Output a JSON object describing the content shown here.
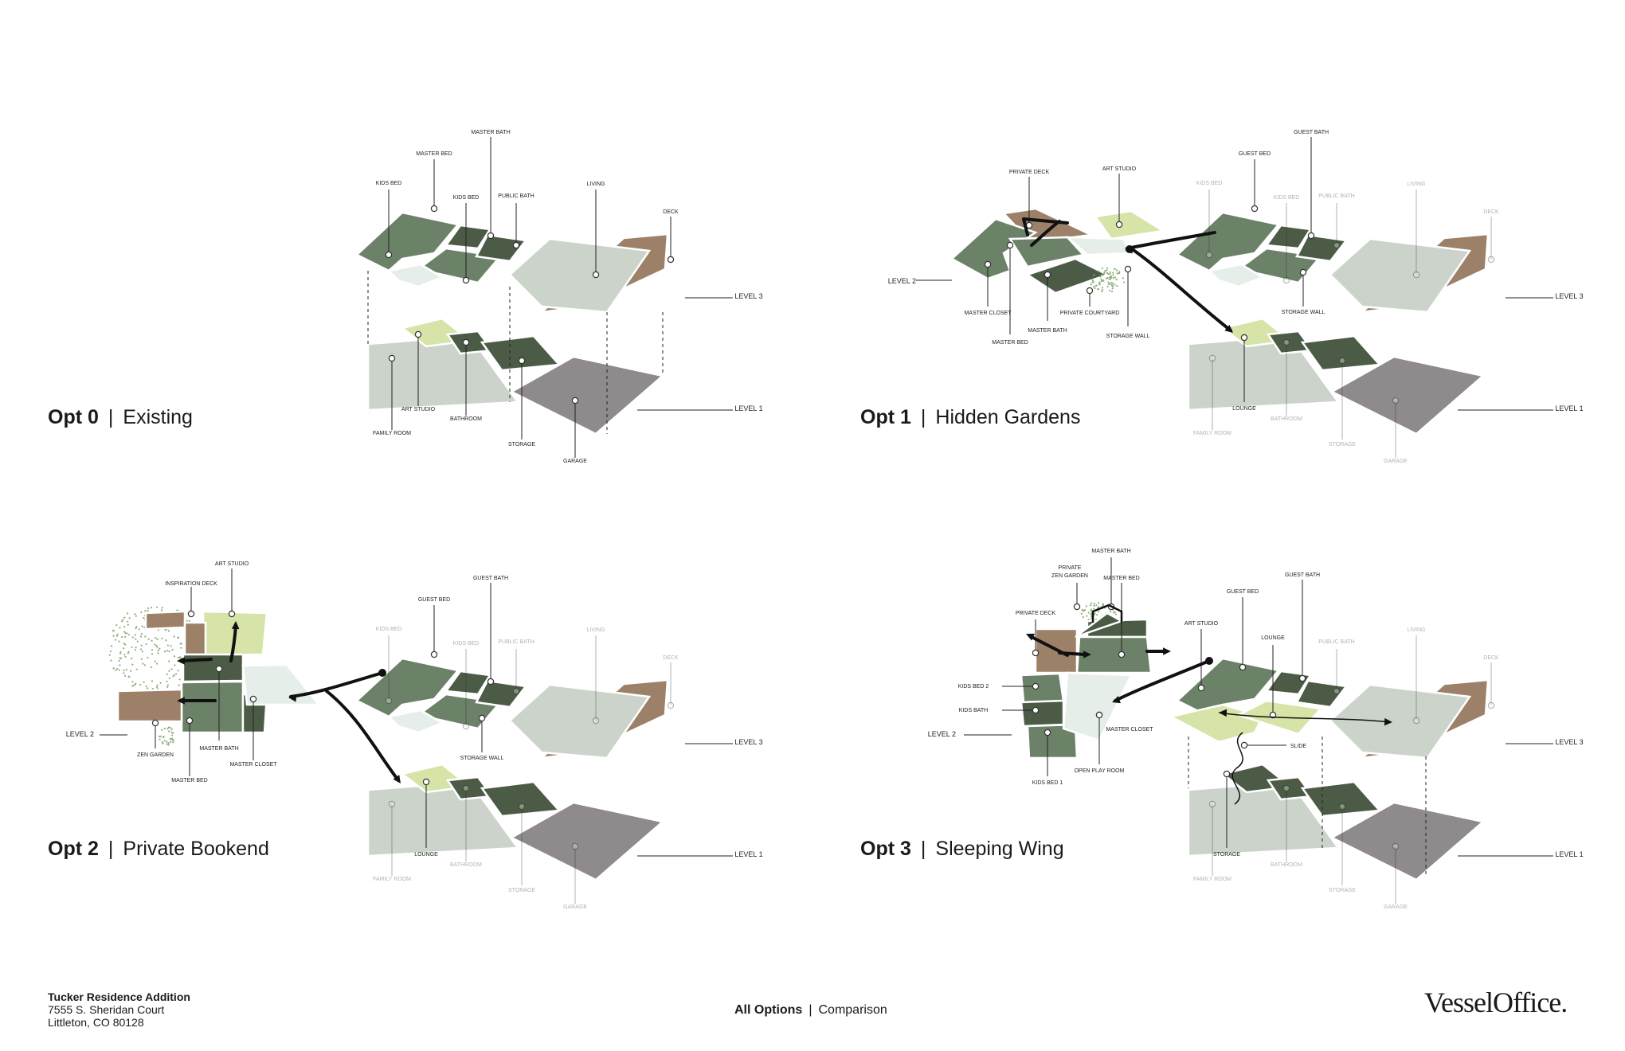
{
  "colors": {
    "mid_green": "#6c8268",
    "dark_green": "#4c5b45",
    "light_green": "#d6e4a8",
    "pale_gray": "#cbd3cb",
    "circulation": "#e6eee9",
    "brown": "#9c8168",
    "gray": "#8f8a8c"
  },
  "options": [
    {
      "num": "Opt 0",
      "title": "Existing",
      "labels": [
        "MASTER BATH",
        "MASTER BED",
        "KIDS BED",
        "KIDS BED",
        "PUBLIC BATH",
        "LIVING",
        "DECK",
        "LEVEL 3",
        "ART STUDIO",
        "FAMILY ROOM",
        "BATHROOM",
        "STORAGE",
        "GARAGE",
        "LEVEL 1"
      ]
    },
    {
      "num": "Opt 1",
      "title": "Hidden Gardens",
      "labels": [
        "PRIVATE DECK",
        "ART STUDIO",
        "GUEST BATH",
        "GUEST BED",
        "KIDS BED",
        "KIDS BED",
        "PUBLIC BATH",
        "LIVING",
        "DECK",
        "LEVEL 2",
        "MASTER CLOSET",
        "MASTER BED",
        "MASTER BATH",
        "PRIVATE COURTYARD",
        "STORAGE WALL",
        "STORAGE WALL",
        "LEVEL 3",
        "LOUNGE",
        "FAMILY ROOM",
        "BATHROOM",
        "STORAGE",
        "GARAGE",
        "LEVEL 1"
      ]
    },
    {
      "num": "Opt 2",
      "title": "Private Bookend",
      "labels": [
        "ART STUDIO",
        "INSPIRATION DECK",
        "GUEST BATH",
        "GUEST BED",
        "KIDS BED",
        "KIDS BED",
        "PUBLIC BATH",
        "LIVING",
        "DECK",
        "LEVEL 2",
        "ZEN GARDEN",
        "MASTER BATH",
        "MASTER CLOSET",
        "MASTER BED",
        "STORAGE WALL",
        "LEVEL 3",
        "LOUNGE",
        "FAMILY ROOM",
        "BATHROOM",
        "STORAGE",
        "GARAGE",
        "LEVEL 1"
      ]
    },
    {
      "num": "Opt 3",
      "title": "Sleeping Wing",
      "labels": [
        "MASTER BATH",
        "PRIVATE",
        "ZEN GARDEN",
        "MASTER BED",
        "PRIVATE DECK",
        "ART STUDIO",
        "GUEST BED",
        "GUEST BATH",
        "LOUNGE",
        "PUBLIC BATH",
        "LIVING",
        "DECK",
        "KIDS BED 2",
        "KIDS BATH",
        "LEVEL 2",
        "MASTER CLOSET",
        "OPEN PLAY ROOM",
        "KIDS BED 1",
        "SLIDE",
        "LEVEL 3",
        "STORAGE",
        "FAMILY ROOM",
        "BATHROOM",
        "STORAGE",
        "GARAGE",
        "LEVEL 1"
      ]
    }
  ],
  "footer": {
    "project": "Tucker Residence Addition",
    "address1": "7555 S. Sheridan Court",
    "address2": "Littleton, CO 80128",
    "center_bold": "All Options",
    "center_rest": "Comparison",
    "logo": "VesselOffice."
  }
}
